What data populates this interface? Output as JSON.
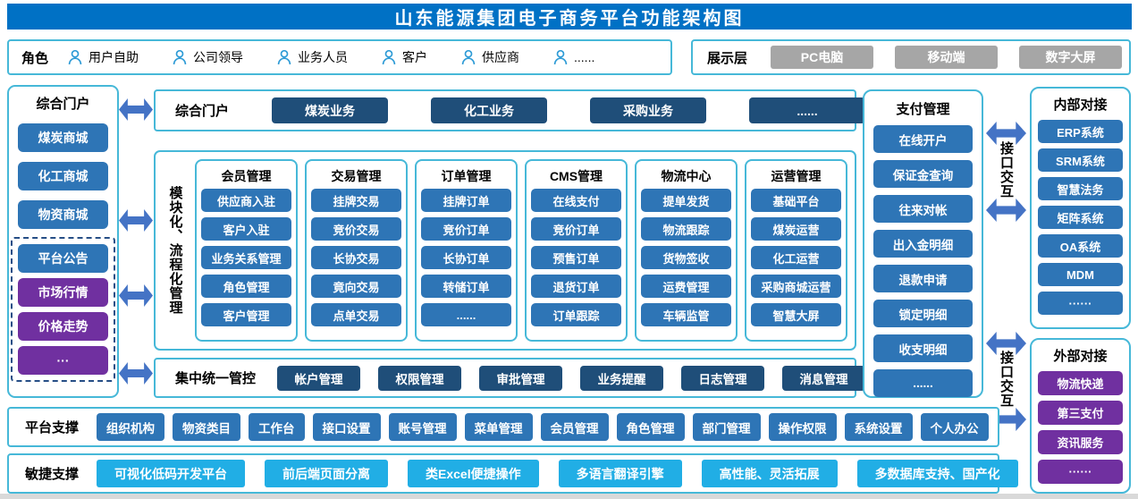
{
  "title": "山东能源集团电子商务平台功能架构图",
  "roles": {
    "label": "角色",
    "items": [
      "用户自助",
      "公司领导",
      "业务人员",
      "客户",
      "供应商",
      "......"
    ]
  },
  "display_layer": {
    "label": "展示层",
    "items": [
      "PC电脑",
      "移动端",
      "数字大屏"
    ]
  },
  "portal": {
    "title": "综合门户",
    "items": [
      "煤炭商城",
      "化工商城",
      "物资商城"
    ],
    "dashed_items": [
      {
        "label": "平台公告",
        "color": "blue"
      },
      {
        "label": "市场行情",
        "color": "purple"
      },
      {
        "label": "价格走势",
        "color": "purple"
      },
      {
        "label": "···",
        "color": "purple"
      }
    ]
  },
  "portal_row": {
    "label": "综合门户",
    "items": [
      "煤炭业务",
      "化工业务",
      "采购业务",
      "......"
    ]
  },
  "modules": {
    "side_label": "模块化、流程化管理",
    "groups": [
      {
        "title": "会员管理",
        "items": [
          "供应商入驻",
          "客户入驻",
          "业务关系管理",
          "角色管理",
          "客户管理"
        ]
      },
      {
        "title": "交易管理",
        "items": [
          "挂牌交易",
          "竞价交易",
          "长协交易",
          "竟向交易",
          "点单交易"
        ]
      },
      {
        "title": "订单管理",
        "items": [
          "挂牌订单",
          "竞价订单",
          "长协订单",
          "转储订单",
          "......"
        ]
      },
      {
        "title": "CMS管理",
        "items": [
          "在线支付",
          "竞价订单",
          "预售订单",
          "退货订单",
          "订单跟踪"
        ]
      },
      {
        "title": "物流中心",
        "items": [
          "提单发货",
          "物流跟踪",
          "货物签收",
          "运费管理",
          "车辆监管"
        ]
      },
      {
        "title": "运营管理",
        "items": [
          "基础平台",
          "煤炭运营",
          "化工运营",
          "采购商城运营",
          "智慧大屏"
        ]
      }
    ]
  },
  "central_control": {
    "label": "集中统一管控",
    "items": [
      "帐户管理",
      "权限管理",
      "审批管理",
      "业务提醒",
      "日志管理",
      "消息管理"
    ]
  },
  "payment": {
    "title": "支付管理",
    "items": [
      "在线开户",
      "保证金查询",
      "往来对帐",
      "出入金明细",
      "退款申请",
      "锁定明细",
      "收支明细",
      "......"
    ]
  },
  "interface_upper": {
    "label": "接口交互"
  },
  "interface_lower": {
    "label": "接口交互"
  },
  "internal": {
    "title": "内部对接",
    "items": [
      "ERP系统",
      "SRM系统",
      "智慧法务",
      "矩阵系统",
      "OA系统",
      "MDM",
      "······"
    ]
  },
  "external": {
    "title": "外部对接",
    "items": [
      "物流快递",
      "第三支付",
      "资讯服务",
      "······"
    ]
  },
  "platform_support": {
    "label": "平台支撑",
    "items": [
      "组织机构",
      "物资类目",
      "工作台",
      "接口设置",
      "账号管理",
      "菜单管理",
      "会员管理",
      "角色管理",
      "部门管理",
      "操作权限",
      "系统设置",
      "个人办公"
    ]
  },
  "agile_support": {
    "label": "敏捷支撑",
    "items": [
      "可视化低码开发平台",
      "前后端页面分离",
      "类Excel便捷操作",
      "多语言翻译引擎",
      "高性能、灵活拓展",
      "多数据库支持、国产化"
    ]
  },
  "colors": {
    "title_bar": "#0071c5",
    "panel_border": "#46b8d8",
    "block_blue": "#2e75b6",
    "block_navy": "#1f4e79",
    "block_purple": "#7030a0",
    "block_gray": "#a6a6a6",
    "block_sky": "#21aee5",
    "arrow": "#4473c5"
  }
}
